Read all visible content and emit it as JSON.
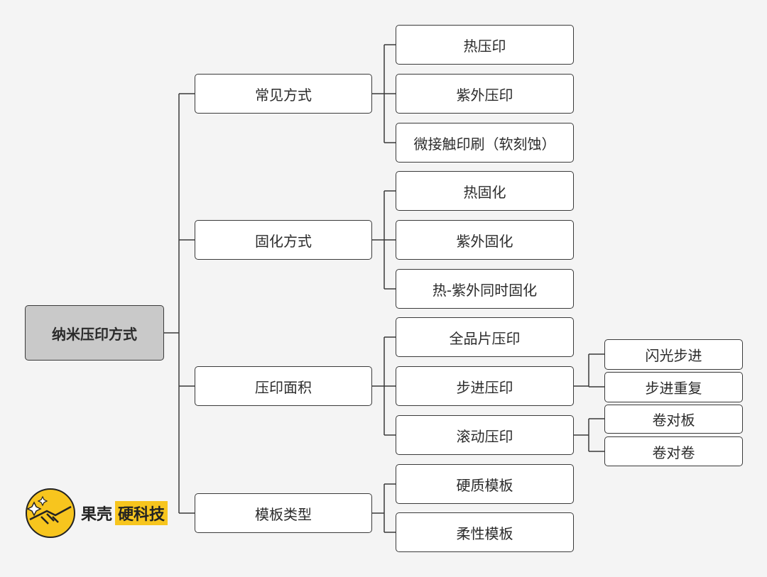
{
  "diagram": {
    "root": "纳米压印方式",
    "branches": [
      {
        "label": "常见方式",
        "children": [
          {
            "label": "热压印"
          },
          {
            "label": "紫外压印"
          },
          {
            "label": "微接触印刷（软刻蚀）"
          }
        ]
      },
      {
        "label": "固化方式",
        "children": [
          {
            "label": "热固化"
          },
          {
            "label": "紫外固化"
          },
          {
            "label": "热-紫外同时固化"
          }
        ]
      },
      {
        "label": "压印面积",
        "children": [
          {
            "label": "全品片压印"
          },
          {
            "label": "步进压印",
            "children": [
              "闪光步进",
              "步进重复"
            ]
          },
          {
            "label": "滚动压印",
            "children": [
              "卷对板",
              "卷对卷"
            ]
          }
        ]
      },
      {
        "label": "模板类型",
        "children": [
          {
            "label": "硬质模板"
          },
          {
            "label": "柔性模板"
          }
        ]
      }
    ]
  },
  "logo": {
    "brand": "果壳",
    "tag": "硬科技",
    "accent": "#f7c51e"
  },
  "colors": {
    "root_fill": "#c9c9c9",
    "node_fill": "#ffffff",
    "line": "#3a3a3a",
    "background": "#f4f4f4"
  }
}
